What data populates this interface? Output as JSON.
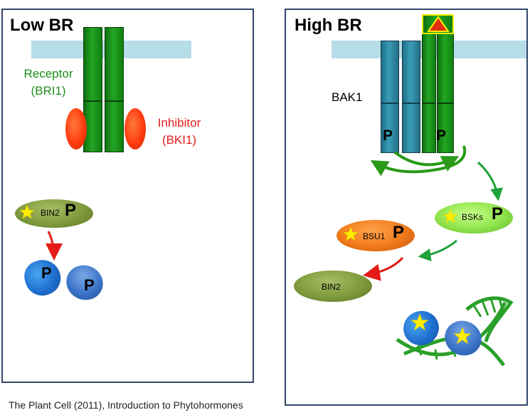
{
  "left_panel": {
    "title": "Low BR",
    "receptor_label": [
      "Receptor",
      "(BRI1)"
    ],
    "inhibitor_label": [
      "Inhibitor",
      "(BKI1)"
    ],
    "bin2_label": "BIN2",
    "phospho": "P"
  },
  "right_panel": {
    "title": "High BR",
    "bak1_label": "BAK1",
    "bsks_label": "BSKs",
    "bsu1_label": "BSU1",
    "bin2_label": "BIN2",
    "phospho": "P"
  },
  "caption": "The Plant Cell (2011), Introduction to Phytohormones",
  "colors": {
    "receptor": "#1a8f1a",
    "bak1": "#2e86a0",
    "membrane": "#b7dde8",
    "inhibitor": "#ff3b0f",
    "arrow_red": "#e41b17",
    "arrow_green": "#1fa23a",
    "star": "#ffee00",
    "ligand": "#e03010"
  }
}
